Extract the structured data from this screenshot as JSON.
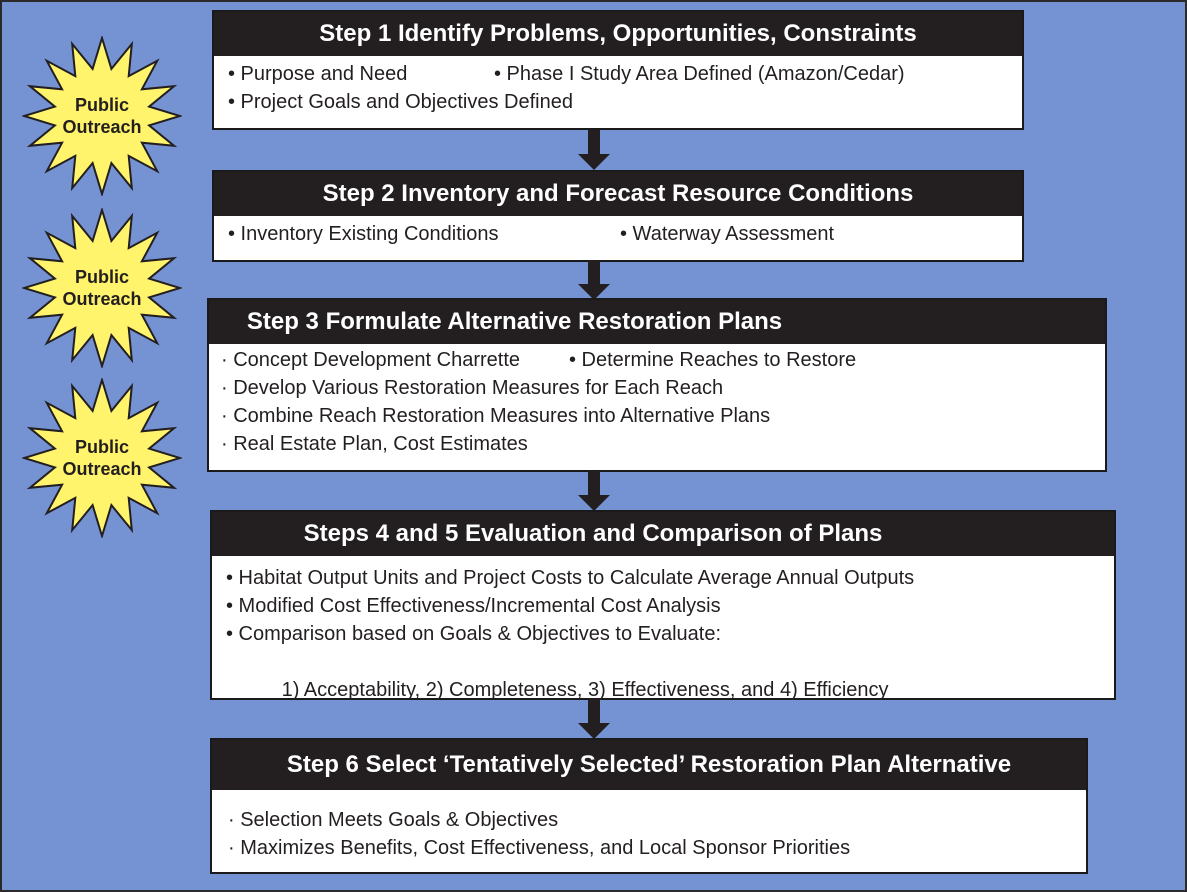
{
  "steps": [
    {
      "title": "Step 1 Identify Problems, Opportunities, Constraints",
      "lines": [
        {
          "a": "• Purpose and Need",
          "b": "• Phase I Study Area Defined (Amazon/Cedar)"
        },
        {
          "a": "• Project Goals and Objectives Defined"
        }
      ]
    },
    {
      "title": "Step 2 Inventory and Forecast Resource Conditions",
      "lines": [
        {
          "a": "• Inventory Existing Conditions",
          "b": "• Waterway Assessment"
        }
      ]
    },
    {
      "title": "Step 3 Formulate Alternative Restoration Plans",
      "lines": [
        {
          "a": "· Concept Development Charrette",
          "b": "• Determine Reaches to Restore"
        },
        {
          "a": " · Develop Various Restoration Measures for Each Reach"
        },
        {
          "a": "· Combine Reach Restoration Measures into Alternative Plans"
        },
        {
          "a": "· Real Estate Plan, Cost Estimates"
        }
      ]
    },
    {
      "title": "Steps 4 and 5 Evaluation and Comparison of Plans",
      "lines": [
        {
          "a": "• Habitat Output Units and Project Costs to Calculate Average Annual Outputs"
        },
        {
          "a": "• Modified Cost Effectiveness/Incremental Cost Analysis"
        },
        {
          "a": "• Comparison based on Goals & Objectives to Evaluate:"
        },
        {
          "a": "  1) Acceptability, 2) Completeness, 3) Effectiveness, and 4) Efficiency"
        }
      ]
    },
    {
      "title": "Step 6 Select ‘Tentatively Selected’ Restoration Plan Alternative",
      "lines": [
        {
          "a": "· Selection Meets Goals & Objectives"
        },
        {
          "a": "· Maximizes Benefits, Cost Effectiveness, and Local Sponsor Priorities"
        }
      ]
    }
  ],
  "outreach": [
    {
      "line1": "Public",
      "line2": "Outreach"
    },
    {
      "line1": "Public",
      "line2": "Outreach"
    },
    {
      "line1": "Public",
      "line2": "Outreach"
    }
  ],
  "colors": {
    "background": "#7593d3",
    "header": "#231f20",
    "star_fill": "#fff46b",
    "star_stroke": "#231f20",
    "arrow": "#231f20"
  }
}
